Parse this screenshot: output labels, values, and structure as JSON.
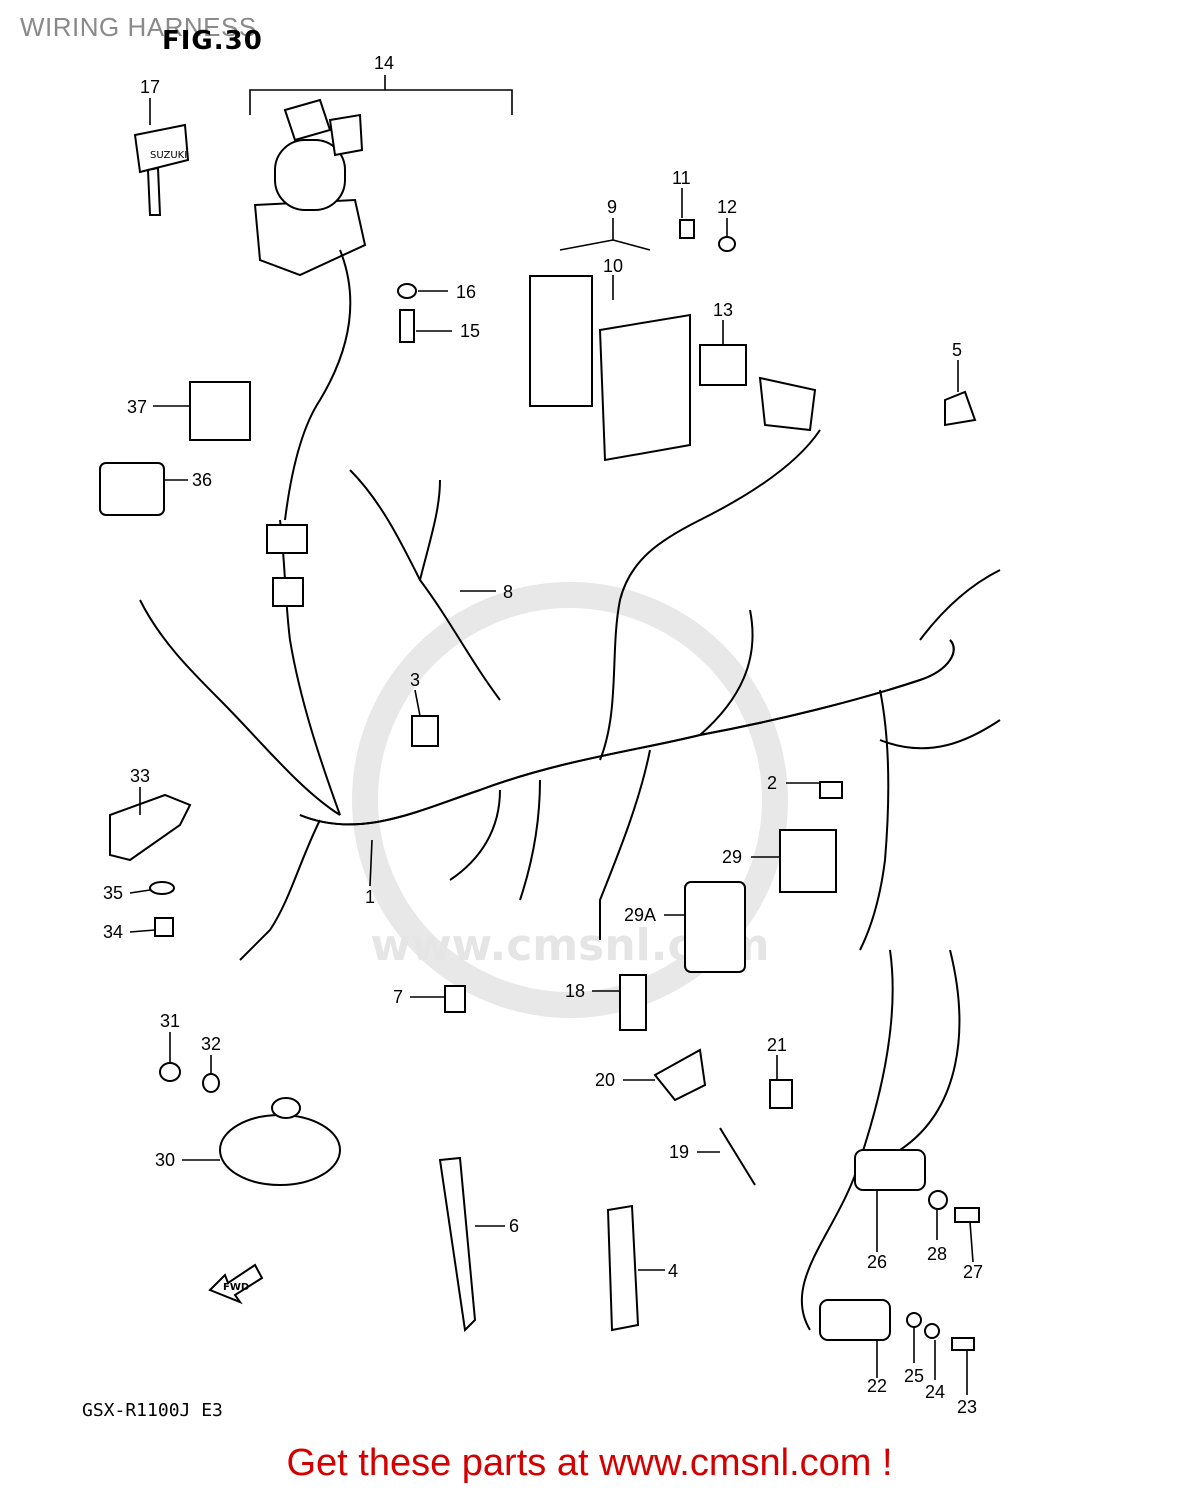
{
  "page_title": "WIRING HARNESS",
  "figure_label": "FIG.30",
  "model_code": "GSX-R1100J E3",
  "footer_link_text": "Get these parts at www.cmsnl.com !",
  "watermark_text": "www.cmsnl.com",
  "colors": {
    "footer": "#d40000",
    "title": "#8a8a8a",
    "lines": "#000000"
  },
  "callouts": {
    "p1": "1",
    "p2": "2",
    "p3": "3",
    "p4": "4",
    "p5": "5",
    "p6": "6",
    "p7": "7",
    "p8": "8",
    "p9": "9",
    "p10": "10",
    "p11": "11",
    "p12": "12",
    "p13": "13",
    "p14": "14",
    "p15": "15",
    "p16": "16",
    "p17": "17",
    "p18": "18",
    "p19": "19",
    "p20": "20",
    "p21": "21",
    "p22": "22",
    "p23": "23",
    "p24": "24",
    "p25": "25",
    "p26": "26",
    "p27": "27",
    "p28": "28",
    "p29": "29",
    "p29a": "29A",
    "p30": "30",
    "p31": "31",
    "p32": "32",
    "p33": "33",
    "p34": "34",
    "p35": "35",
    "p36": "36",
    "p37": "37"
  },
  "fwd_arrow_label": "FWD",
  "key_brand_text": "SUZUKI"
}
